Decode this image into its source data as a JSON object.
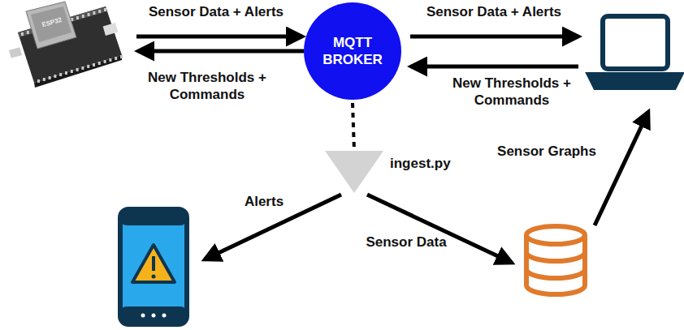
{
  "diagram": {
    "nodes": [
      {
        "text": [
          "MQTT BROKER"
        ]
      },
      {
        "text": [
          "ingest.py"
        ]
      }
    ],
    "edges": [
      {
        "from": 0,
        "to": 1,
        "arrow": "none"
      }
    ],
    "labels": [
      "ESP32",
      "Sensor Data + Alerts",
      "New Thresholds + Commands",
      "Sensor Data + Alerts",
      "New Thresholds + Commands",
      "Sensor Graphs",
      "Alerts",
      "Sensor Data"
    ]
  }
}
